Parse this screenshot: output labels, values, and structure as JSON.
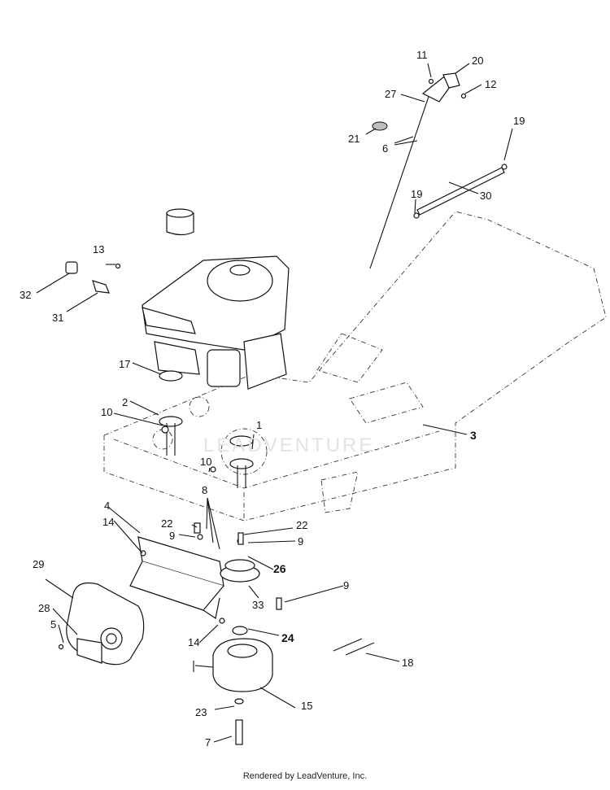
{
  "callouts": [
    {
      "id": "c1",
      "text": "1"
    },
    {
      "id": "c2",
      "text": "2"
    },
    {
      "id": "c3",
      "text": "3"
    },
    {
      "id": "c4",
      "text": "4"
    },
    {
      "id": "c5",
      "text": "5"
    },
    {
      "id": "c6",
      "text": "6"
    },
    {
      "id": "c7",
      "text": "7"
    },
    {
      "id": "c8",
      "text": "8"
    },
    {
      "id": "c9a",
      "text": "9"
    },
    {
      "id": "c9b",
      "text": "9"
    },
    {
      "id": "c9c",
      "text": "9"
    },
    {
      "id": "c10a",
      "text": "10"
    },
    {
      "id": "c10b",
      "text": "10"
    },
    {
      "id": "c11",
      "text": "11"
    },
    {
      "id": "c12",
      "text": "12"
    },
    {
      "id": "c13",
      "text": "13"
    },
    {
      "id": "c14a",
      "text": "14"
    },
    {
      "id": "c14b",
      "text": "14"
    },
    {
      "id": "c15",
      "text": "15"
    },
    {
      "id": "c17",
      "text": "17"
    },
    {
      "id": "c18",
      "text": "18"
    },
    {
      "id": "c19a",
      "text": "19"
    },
    {
      "id": "c19b",
      "text": "19"
    },
    {
      "id": "c20",
      "text": "20"
    },
    {
      "id": "c21",
      "text": "21"
    },
    {
      "id": "c22a",
      "text": "22"
    },
    {
      "id": "c22b",
      "text": "22"
    },
    {
      "id": "c23",
      "text": "23"
    },
    {
      "id": "c24",
      "text": "24"
    },
    {
      "id": "c26",
      "text": "26"
    },
    {
      "id": "c27",
      "text": "27"
    },
    {
      "id": "c28",
      "text": "28"
    },
    {
      "id": "c29",
      "text": "29"
    },
    {
      "id": "c30",
      "text": "30"
    },
    {
      "id": "c31",
      "text": "31"
    },
    {
      "id": "c32",
      "text": "32"
    },
    {
      "id": "c33",
      "text": "33"
    }
  ],
  "watermark": "LEADVENTURE",
  "footer": "Rendered by LeadVenture, Inc."
}
